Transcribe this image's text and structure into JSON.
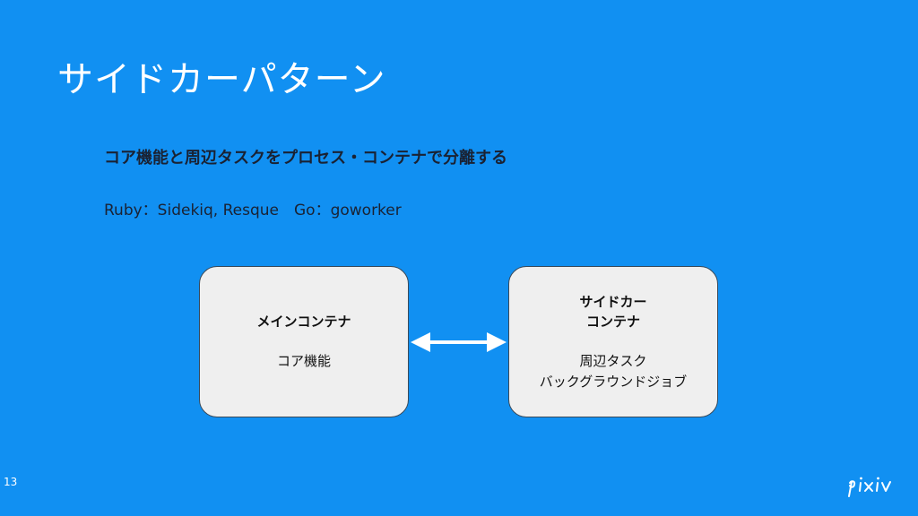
{
  "slide": {
    "title": "サイドカーパターン",
    "subtitle": "コア機能と周辺タスクをプロセス・コンテナで分離する",
    "examples": "Ruby：Sidekiq, Resque　Go：goworker",
    "page_number": "13"
  },
  "diagram": {
    "main_container": {
      "title": "メインコンテナ",
      "text": "コア機能"
    },
    "sidecar_container": {
      "title": "サイドカー\nコンテナ",
      "text": "周辺タスク\nバックグラウンドジョブ"
    },
    "connector": "bidirectional-arrow"
  },
  "logo": {
    "text": "pixiv"
  },
  "colors": {
    "background": "#1190f2",
    "box_fill": "#efefef",
    "box_border": "#3a4a5a",
    "arrow": "#ffffff",
    "title_text": "#ffffff",
    "body_text": "#1a2233"
  }
}
